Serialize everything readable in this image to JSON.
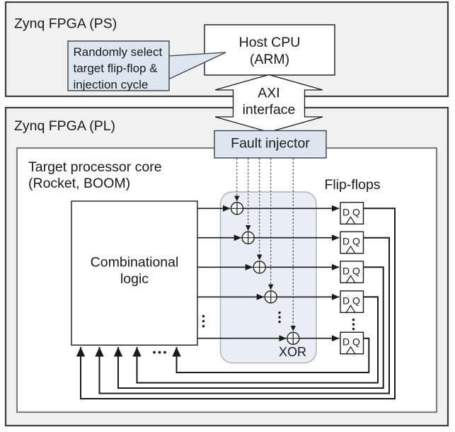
{
  "diagram": {
    "ps_section": {
      "label": "Zynq FPGA (PS)"
    },
    "pl_section": {
      "label": "Zynq FPGA (PL)"
    },
    "host_cpu": {
      "line1": "Host CPU",
      "line2": "(ARM)"
    },
    "callout": {
      "line1": "Randomly select",
      "line2": "target flip-flop &",
      "line3": "injection cycle"
    },
    "axi": {
      "line1": "AXI",
      "line2": "interface"
    },
    "fault_injector": {
      "label": "Fault injector"
    },
    "target_core": {
      "line1": "Target processor core",
      "line2": "(Rocket, BOOM)"
    },
    "comb_logic": {
      "line1": "Combinational",
      "line2": "logic"
    },
    "xor_gates": {
      "label": "XOR"
    },
    "flip_flops": {
      "label": "Flip-flops",
      "d_label": "D",
      "q_label": "Q"
    },
    "symbols": {
      "vertical_ellipsis": "⋮",
      "horizontal_ellipsis": "..."
    },
    "colors": {
      "section_fill": "#f1f1f1",
      "section_border": "#3d3d3d",
      "panel_fill": "#ffffff",
      "panel_border": "#7f7f7f",
      "accent_fill": "#dce6f1",
      "accent_border": "#404040",
      "xor_region_fill": "#e9eef6",
      "xor_region_border": "#a9b0bc",
      "line_color": "#1a1a1a"
    }
  }
}
